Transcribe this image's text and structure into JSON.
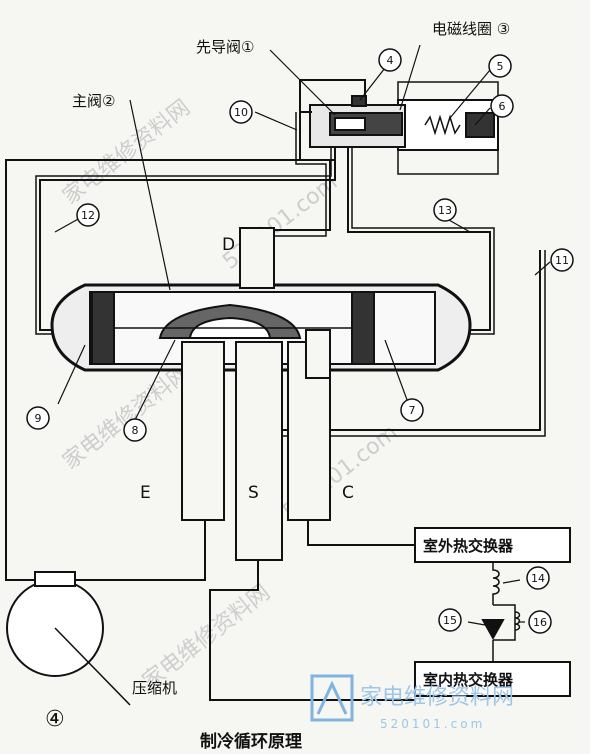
{
  "labels": {
    "pilot_valve": "先导阀①",
    "solenoid_coil": "电磁线圈 ③",
    "main_valve": "主阀②",
    "port_d": "D",
    "port_e": "E",
    "port_s": "S",
    "port_c": "C",
    "outdoor_hx": "室外热交换器",
    "indoor_hx": "室内热交换器",
    "compressor": "压缩机",
    "title": "制冷循环原理",
    "fig_number": "④"
  },
  "callouts": {
    "c4": "4",
    "c5": "5",
    "c6": "6",
    "c7": "7",
    "c8": "8",
    "c9": "9",
    "c10": "10",
    "c11": "11",
    "c12": "12",
    "c13": "13",
    "c14": "14",
    "c15": "15",
    "c16": "16"
  },
  "watermark": {
    "line1": "家电维修资料网",
    "line2": "520101.com",
    "logo_text": "家电维修资料网",
    "logo_url": "520101.com"
  }
}
